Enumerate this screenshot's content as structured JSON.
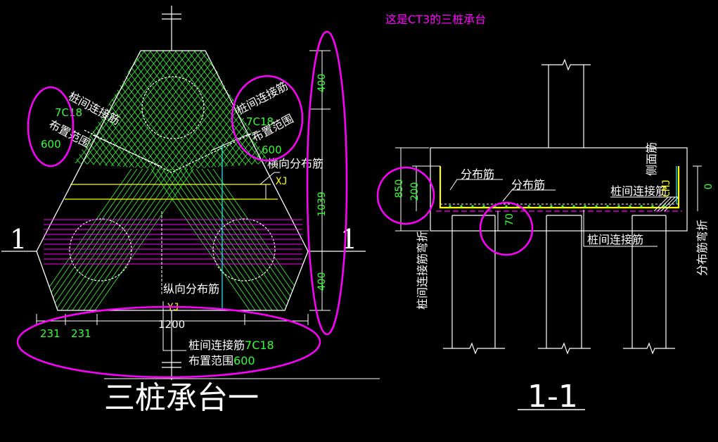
{
  "note": "这是CT3的三桩承台",
  "plan": {
    "title": "三桩承台一",
    "section_mark": "1",
    "top_left_label": {
      "line1": "桩间连接筋",
      "line2": "7C18",
      "line3": "布置范围",
      "line4": "600"
    },
    "top_right_label": {
      "line1": "桩间连接筋",
      "line2": "7C18",
      "line3": "布置范围",
      "line4": "600"
    },
    "transverse_label": "横向分布筋",
    "xj": "XJ",
    "longitudinal_label": "纵向分布筋",
    "yj": "YJ",
    "bottom_label_line1": "桩间连接筋",
    "bottom_label_code": "7C18",
    "bottom_label_line2": "布置范围",
    "bottom_label_value": "600",
    "dims": {
      "d400_top": "400",
      "d1039": "1039",
      "d400_bottom": "400",
      "d231_a": "231",
      "d231_b": "231",
      "d1200": "1200"
    }
  },
  "section": {
    "title": "1-1",
    "dist_bar_1": "分布筋",
    "dist_bar_2": "分布筋",
    "connect_bar_top": "桩间连接筋",
    "connect_bar_bottom": "桩间连接筋",
    "side_bar": "侧面筋",
    "side_bar_code": "CMJ",
    "left_vertical": "桩间连接筋弯折",
    "right_vertical": "分布筋弯折",
    "dims": {
      "d850": "850",
      "d200": "200",
      "d70": "70",
      "d0": "0"
    }
  },
  "colors": {
    "white": "#ffffff",
    "green": "#33ff33",
    "magenta": "#ff00ff",
    "yellow": "#ffff00",
    "cyan": "#00ffff"
  }
}
